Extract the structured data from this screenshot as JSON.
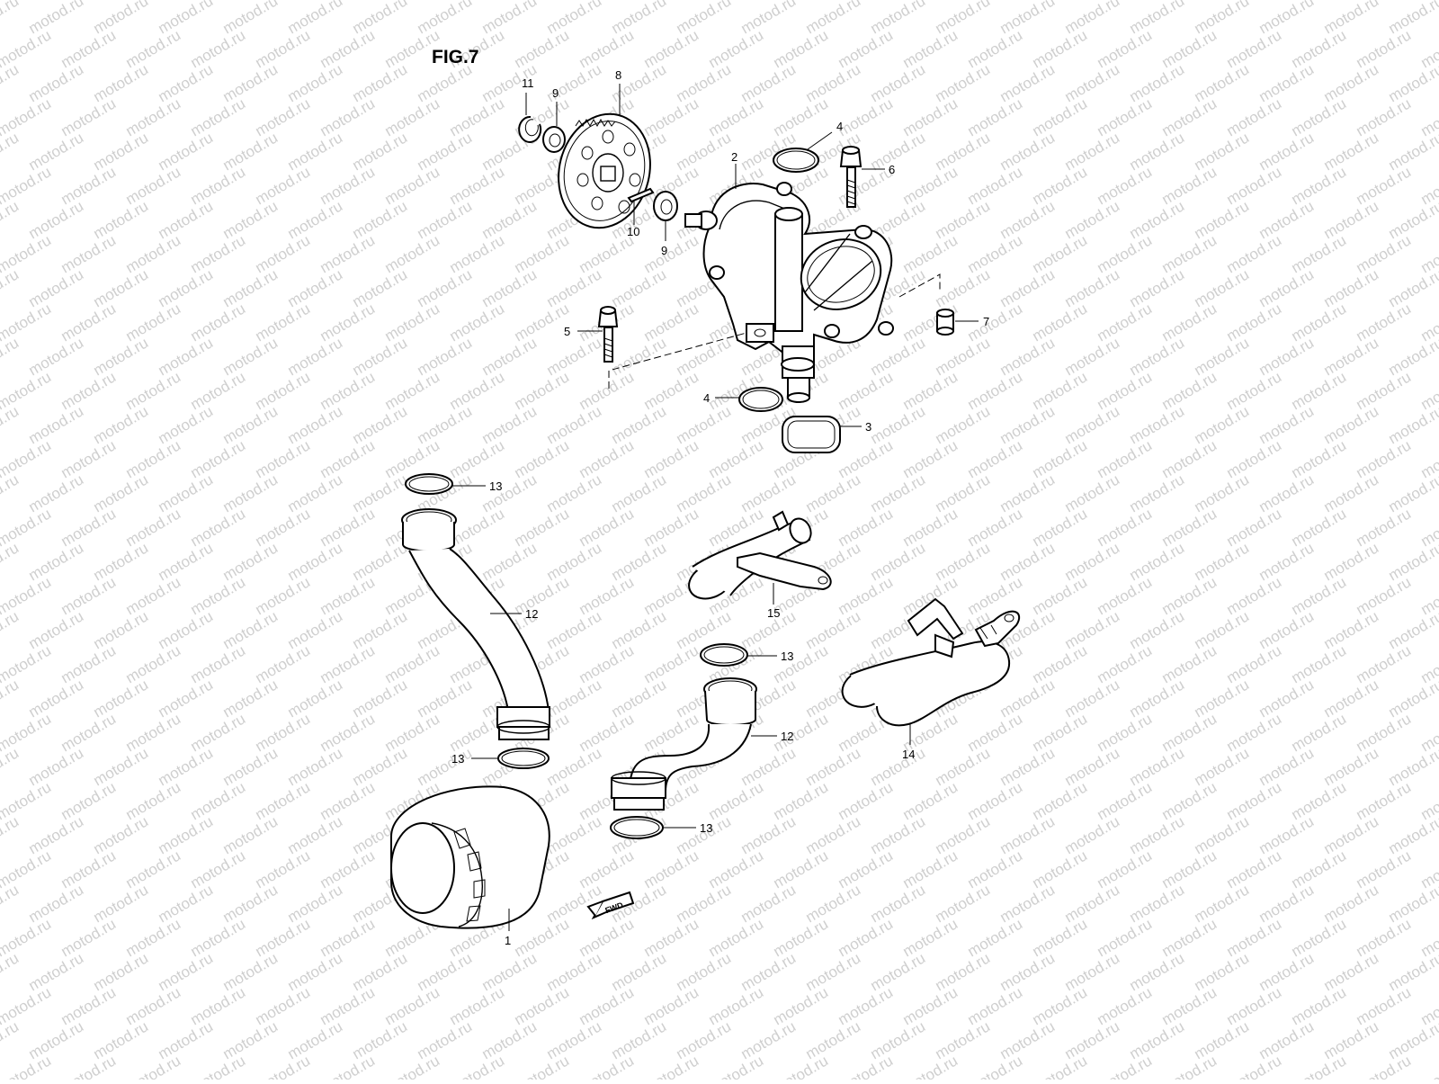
{
  "figure": {
    "title": "FIG.7"
  },
  "watermark": {
    "text": "motod.ru"
  },
  "direction_marker": {
    "text": "FWD",
    "icon": "forward-arrow-icon"
  },
  "callouts": [
    {
      "id": "c11",
      "num": "11"
    },
    {
      "id": "c9a",
      "num": "9"
    },
    {
      "id": "c8",
      "num": "8"
    },
    {
      "id": "c4a",
      "num": "4"
    },
    {
      "id": "c2",
      "num": "2"
    },
    {
      "id": "c6",
      "num": "6"
    },
    {
      "id": "c10",
      "num": "10"
    },
    {
      "id": "c9b",
      "num": "9"
    },
    {
      "id": "c5",
      "num": "5"
    },
    {
      "id": "c7",
      "num": "7"
    },
    {
      "id": "c4b",
      "num": "4"
    },
    {
      "id": "c3",
      "num": "3"
    },
    {
      "id": "c13a",
      "num": "13"
    },
    {
      "id": "c12a",
      "num": "12"
    },
    {
      "id": "c13b",
      "num": "13"
    },
    {
      "id": "c15",
      "num": "15"
    },
    {
      "id": "c13c",
      "num": "13"
    },
    {
      "id": "c12b",
      "num": "12"
    },
    {
      "id": "c13d",
      "num": "13"
    },
    {
      "id": "c14",
      "num": "14"
    },
    {
      "id": "c1",
      "num": "1"
    }
  ]
}
